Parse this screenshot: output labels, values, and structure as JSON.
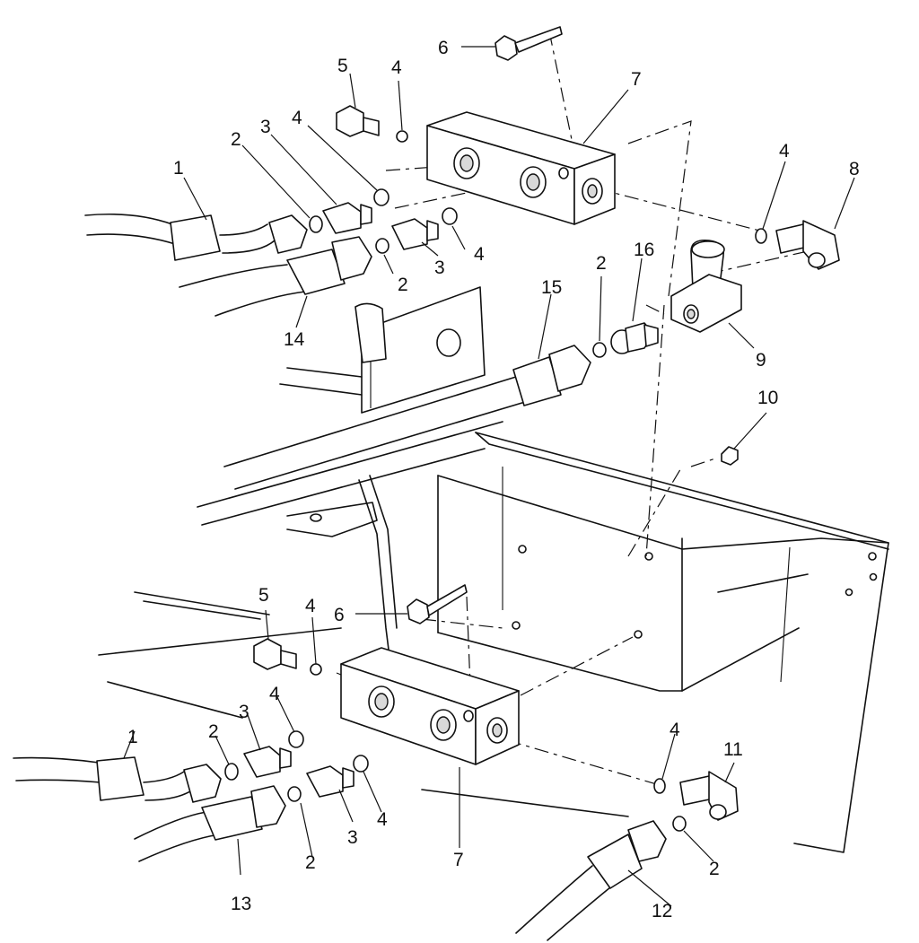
{
  "callouts": [
    {
      "id": "c5a",
      "text": "5"
    },
    {
      "id": "c4a",
      "text": "4"
    },
    {
      "id": "c6a",
      "text": "6"
    },
    {
      "id": "c7a",
      "text": "7"
    },
    {
      "id": "c1a",
      "text": "1"
    },
    {
      "id": "c2a",
      "text": "2"
    },
    {
      "id": "c3a",
      "text": "3"
    },
    {
      "id": "c4b",
      "text": "4"
    },
    {
      "id": "c4c",
      "text": "4"
    },
    {
      "id": "c8",
      "text": "8"
    },
    {
      "id": "c4d",
      "text": "4"
    },
    {
      "id": "c3b",
      "text": "3"
    },
    {
      "id": "c2b",
      "text": "2"
    },
    {
      "id": "c14",
      "text": "14"
    },
    {
      "id": "c2c",
      "text": "2"
    },
    {
      "id": "c16",
      "text": "16"
    },
    {
      "id": "c15",
      "text": "15"
    },
    {
      "id": "c9",
      "text": "9"
    },
    {
      "id": "c10",
      "text": "10"
    },
    {
      "id": "c5b",
      "text": "5"
    },
    {
      "id": "c4e",
      "text": "4"
    },
    {
      "id": "c6b",
      "text": "6"
    },
    {
      "id": "c1b",
      "text": "1"
    },
    {
      "id": "c2d",
      "text": "2"
    },
    {
      "id": "c3c",
      "text": "3"
    },
    {
      "id": "c4f",
      "text": "4"
    },
    {
      "id": "c4g",
      "text": "4"
    },
    {
      "id": "c11",
      "text": "11"
    },
    {
      "id": "c3d",
      "text": "3"
    },
    {
      "id": "c4h",
      "text": "4"
    },
    {
      "id": "c2e",
      "text": "2"
    },
    {
      "id": "c13",
      "text": "13"
    },
    {
      "id": "c7b",
      "text": "7"
    },
    {
      "id": "c2f",
      "text": "2"
    },
    {
      "id": "c12",
      "text": "12"
    }
  ]
}
